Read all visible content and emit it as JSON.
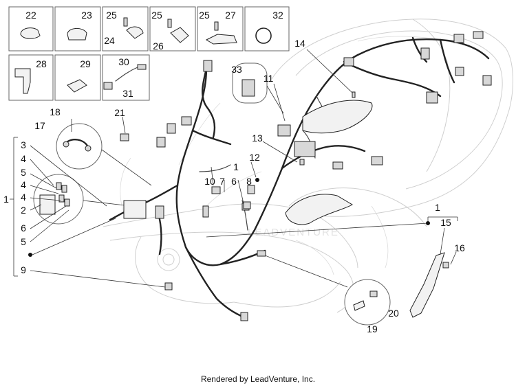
{
  "diagram": {
    "thumbnail_labels": {
      "t22": "22",
      "t23": "23",
      "t25a": "25",
      "t24": "24",
      "t25b": "25",
      "t26": "26",
      "t25c": "25",
      "t27": "27",
      "t32": "32",
      "t28": "28",
      "t29": "29",
      "t30": "30",
      "t31": "31"
    },
    "callouts": {
      "c33": "33",
      "c11": "11",
      "c14": "14",
      "c21": "21",
      "c18": "18",
      "c17": "17",
      "c3": "3",
      "c4a": "4",
      "c5a": "5",
      "c4b": "4",
      "c4c": "4",
      "c2": "2",
      "c6": "6",
      "c5b": "5",
      "c1a": "1",
      "c9": "9",
      "c13": "13",
      "c12": "12",
      "c1b": "1",
      "c10": "10",
      "c7": "7",
      "c6b": "6",
      "c8": "8",
      "c1c": "1",
      "c15": "15",
      "c16": "16",
      "c19": "19",
      "c20": "20"
    },
    "watermark": "LEADVENTURE",
    "credit": "Rendered by LeadVenture, Inc."
  }
}
